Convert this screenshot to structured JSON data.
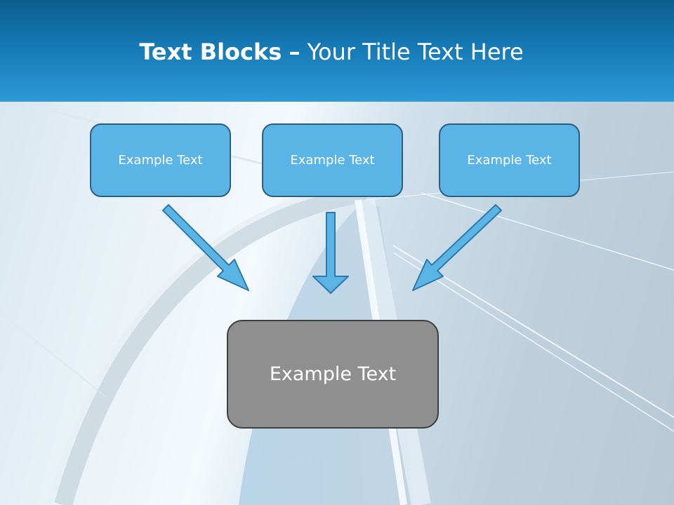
{
  "title": {
    "bold_part": "Text Blocks",
    "separator": "–",
    "regular_part": "Your Title Text Here"
  },
  "blocks": [
    {
      "label": "Example Text"
    },
    {
      "label": "Example Text"
    },
    {
      "label": "Example Text"
    }
  ],
  "target": {
    "label": "Example Text"
  },
  "colors": {
    "title_bar": "#1579b4",
    "block_fill": "#5ab4e6",
    "block_border": "#2b5f7f",
    "target_fill": "#8f8f8f",
    "arrow_fill": "#5ab4e6"
  }
}
